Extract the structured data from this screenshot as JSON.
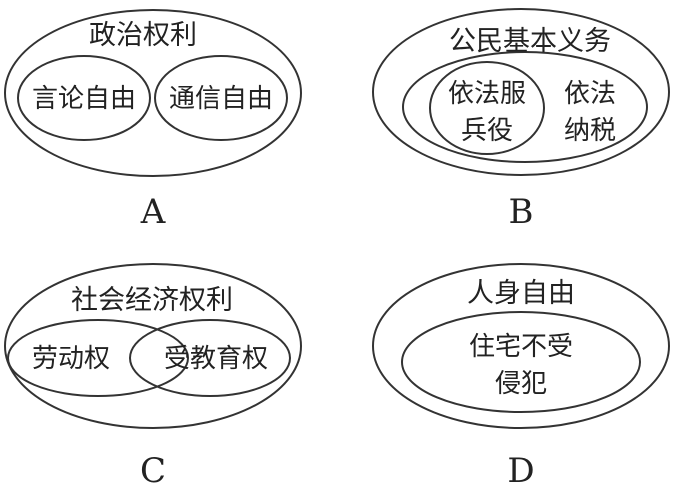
{
  "diagrams": {
    "a": {
      "letter": "A",
      "outer_label": "政治权利",
      "left_label": "言论自由",
      "right_label": "通信自由"
    },
    "b": {
      "letter": "B",
      "outer_label": "公民基本义务",
      "middle_label": [
        "依法",
        "纳税"
      ],
      "inner_label": [
        "依法服",
        "兵役"
      ]
    },
    "c": {
      "letter": "C",
      "outer_label": "社会经济权利",
      "left_label": "劳动权",
      "right_label": "受教育权"
    },
    "d": {
      "letter": "D",
      "outer_label": "人身自由",
      "inner_label": [
        "住宅不受",
        "侵犯"
      ]
    }
  },
  "colors": {
    "stroke": "#333333",
    "text": "#222222",
    "background": "#ffffff"
  }
}
